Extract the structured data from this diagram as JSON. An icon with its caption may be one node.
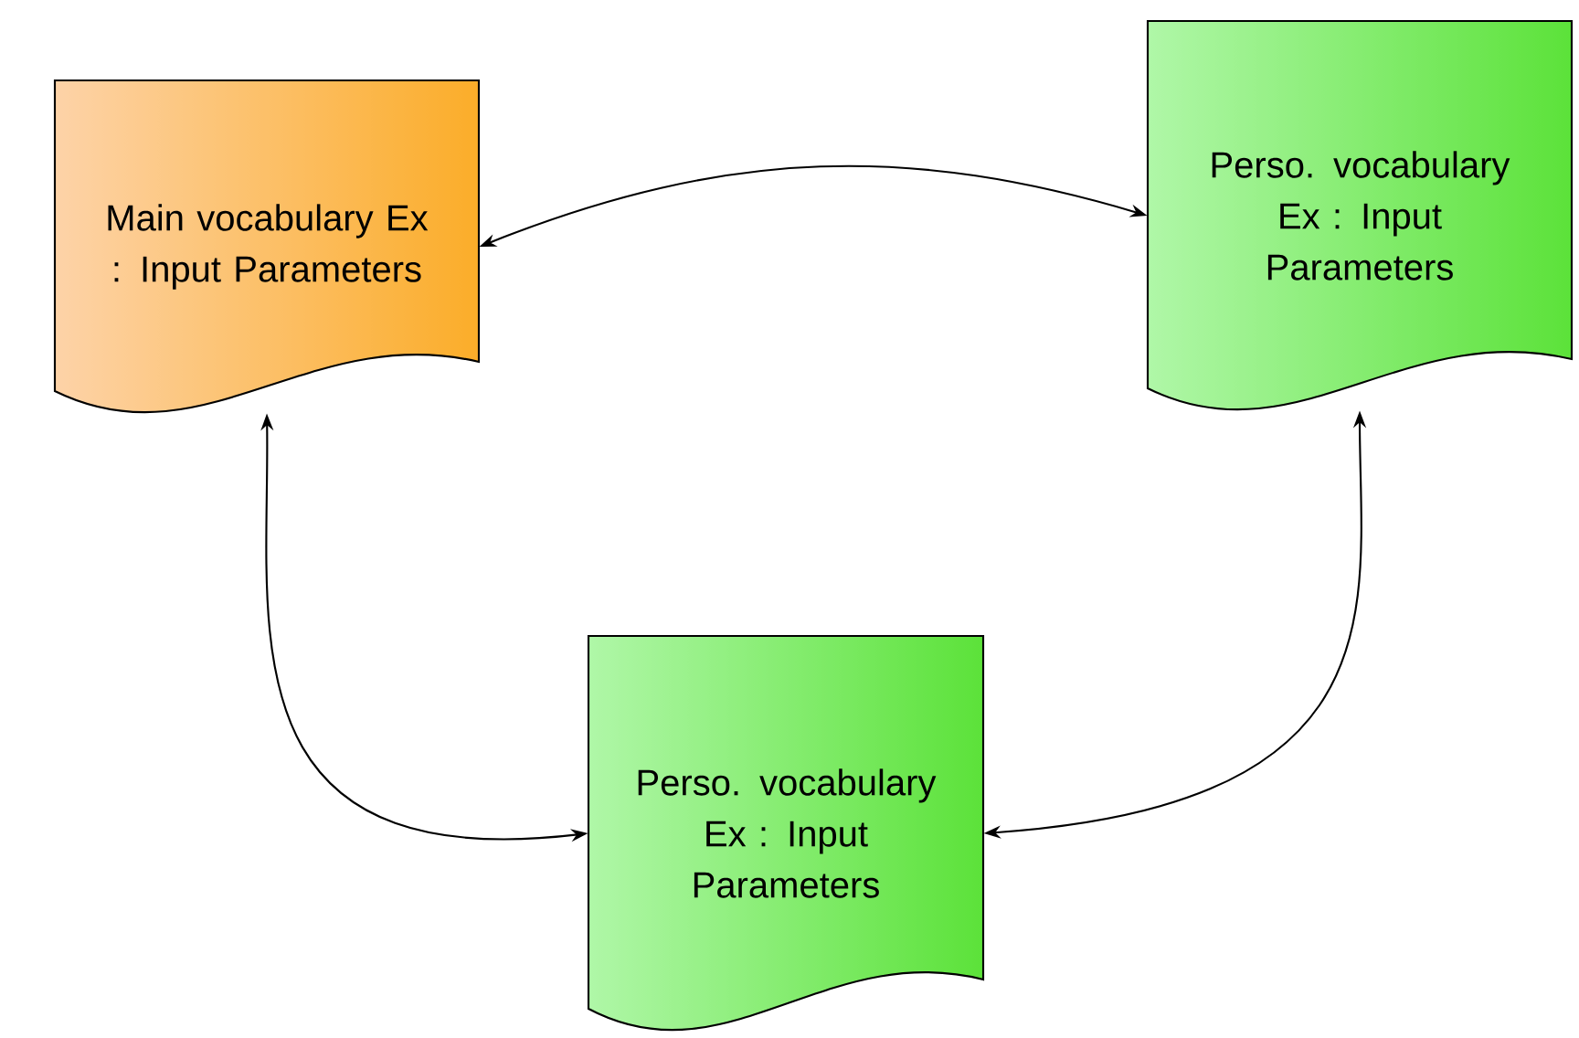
{
  "diagram": {
    "nodes": [
      {
        "text": [
          "Main vocabulary Ex : Input Parameters"
        ]
      },
      {
        "text": [
          "Perso. vocabulary Ex : Input Parameters"
        ]
      },
      {
        "text": [
          "Perso. vocabulary Ex : Input Parameters"
        ]
      }
    ],
    "edges": [
      {
        "from": 0,
        "to": 1,
        "arrow": "both"
      },
      {
        "from": 0,
        "to": 2,
        "arrow": "both"
      },
      {
        "from": 1,
        "to": 2,
        "arrow": "both"
      }
    ]
  }
}
